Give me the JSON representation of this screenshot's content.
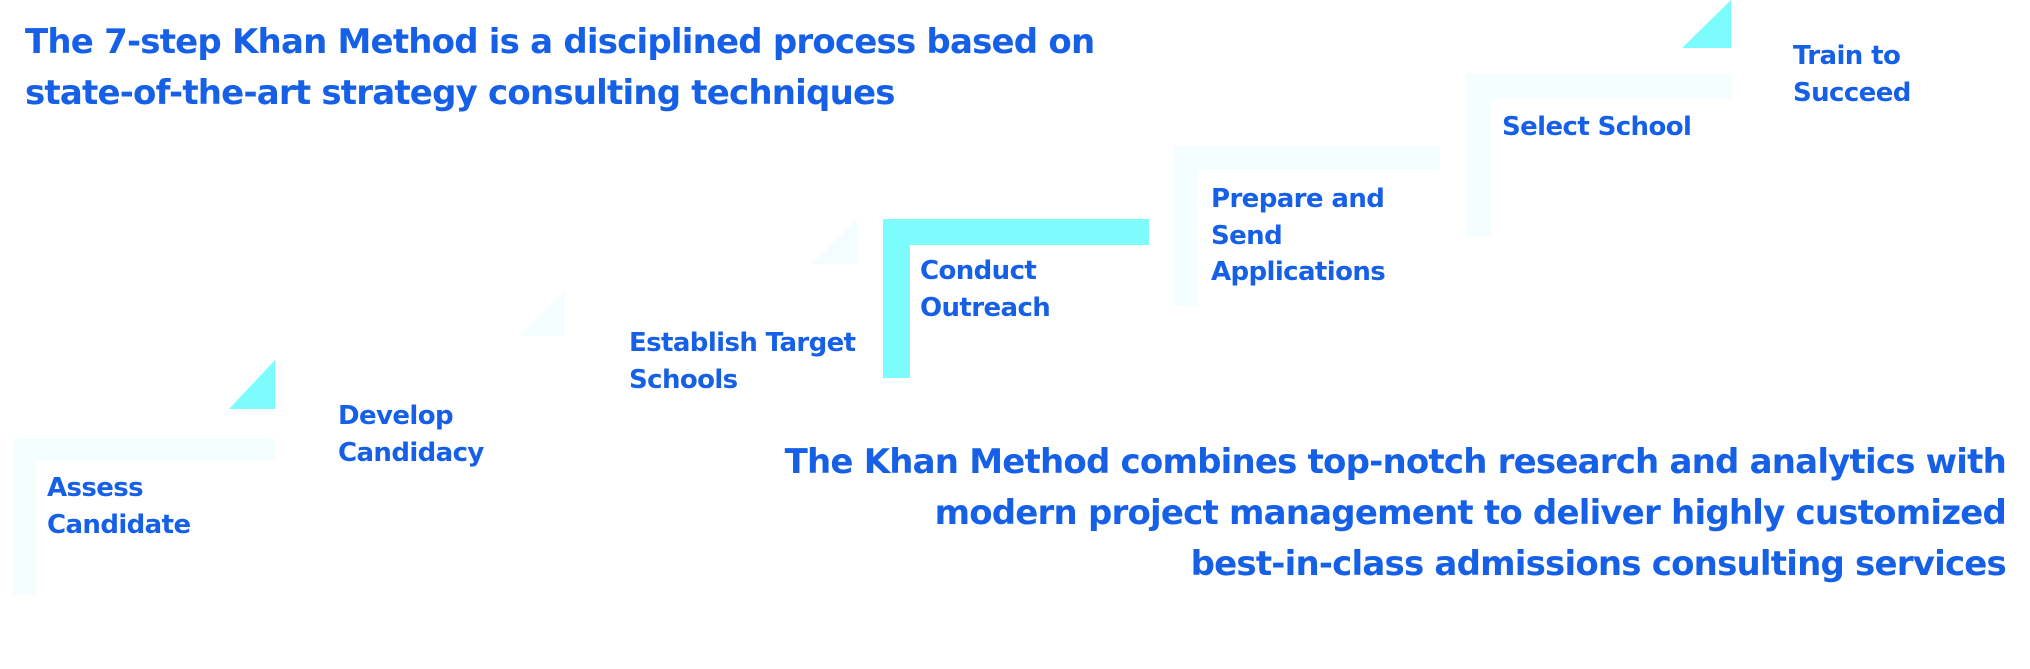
{
  "headline_top": {
    "lines": [
      "The 7-step Khan Method is a disciplined process based on",
      "state-of-the-art strategy consulting techniques"
    ]
  },
  "headline_bottom": {
    "lines": [
      "The Khan Method combines top-notch research and analytics with",
      "modern project management to deliver highly customized",
      "best-in-class admissions consulting services"
    ]
  },
  "colors": {
    "text": "#1560e6",
    "step_accent": "#7dfcfd",
    "step_faded": "#f4fefe"
  },
  "steps": [
    {
      "lines": [
        "Assess",
        "Candidate"
      ]
    },
    {
      "lines": [
        "Develop",
        "Candidacy"
      ]
    },
    {
      "lines": [
        "Establish Target",
        "Schools"
      ]
    },
    {
      "lines": [
        "Conduct",
        "Outreach"
      ]
    },
    {
      "lines": [
        "Prepare and",
        "Send",
        "Applications"
      ]
    },
    {
      "lines": [
        "Select School"
      ]
    },
    {
      "lines": [
        "Train to",
        "Succeed"
      ]
    }
  ]
}
